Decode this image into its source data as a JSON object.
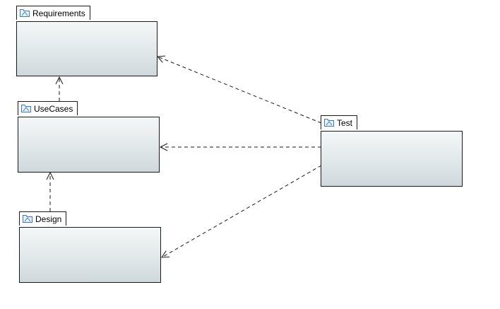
{
  "diagram": {
    "packages": [
      {
        "id": "requirements",
        "name": "Requirements",
        "icon": "package-icon"
      },
      {
        "id": "usecases",
        "name": "UseCases",
        "icon": "package-icon"
      },
      {
        "id": "design",
        "name": "Design",
        "icon": "package-icon"
      },
      {
        "id": "test",
        "name": "Test",
        "icon": "package-icon"
      }
    ],
    "dependencies": [
      {
        "from": "usecases",
        "to": "requirements",
        "style": "dashed-open-arrow"
      },
      {
        "from": "design",
        "to": "usecases",
        "style": "dashed-open-arrow"
      },
      {
        "from": "test",
        "to": "requirements",
        "style": "dashed-open-arrow"
      },
      {
        "from": "test",
        "to": "usecases",
        "style": "dashed-open-arrow"
      },
      {
        "from": "test",
        "to": "design",
        "style": "dashed-open-arrow"
      }
    ],
    "colors": {
      "border": "#1a1a1a",
      "fill_top": "#f4f7f7",
      "fill_bottom": "#cfd8dc",
      "icon": "#3a7bbf"
    }
  }
}
